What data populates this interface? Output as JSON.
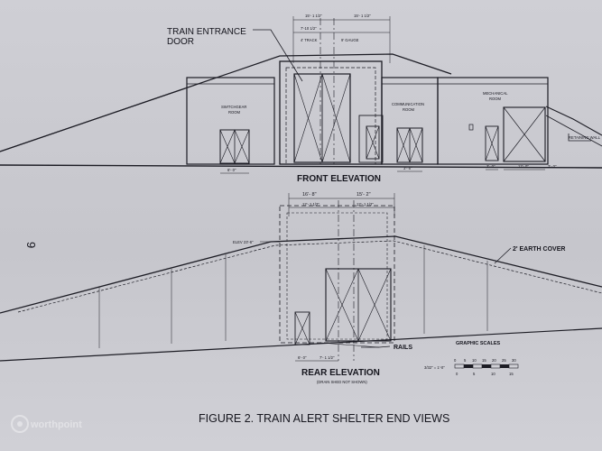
{
  "page_number": "9",
  "watermark": "worthpoint",
  "caption": "FIGURE 2.  TRAIN ALERT SHELTER END VIEWS",
  "front_elevation": {
    "title": "FRONT ELEVATION",
    "callout": "TRAIN ENTRANCE\nDOOR",
    "callout_line1": "TRAIN ENTRANCE",
    "callout_line2": "DOOR",
    "rooms": {
      "switchgear": "SWITCHGEAR\nROOM",
      "switchgear_l1": "SWITCHGEAR",
      "switchgear_l2": "ROOM",
      "communication_l1": "COMMUNICATION",
      "communication_l2": "ROOM",
      "mechanical_l1": "MECHANICAL",
      "mechanical_l2": "ROOM"
    },
    "retaining_wall": "RETAINING WALL",
    "dims_top": [
      "15'- 1 1/2\"",
      "15'- 1 1/2\""
    ],
    "dims_mid": [
      "7'-10 1/2\"",
      "4' TRACK",
      "9' GAUGE"
    ],
    "dims_bottom": [
      "6'- 0\"",
      "3'- 6\"",
      "3'- 0\"",
      "12'- 0\"",
      "3'- 0\""
    ]
  },
  "rear_elevation": {
    "title": "REAR ELEVATION",
    "subtitle": "(DRAIN SHED NOT SHOWN)",
    "earth_cover": "2' EARTH COVER",
    "rails": "RAILS",
    "elev": "ELEV 23'-6\"",
    "dims_top": [
      "16'- 8\"",
      "15'- 2\""
    ],
    "dims_mid": [
      "12'- 1 1/2\"",
      "12'- 1 1/2\""
    ],
    "dims_bottom": [
      "6'- 0\"",
      "7'- 1 1/2\""
    ]
  },
  "graphic_scales": {
    "title": "GRAPHIC SCALES",
    "ticks": [
      "0",
      "5",
      "10",
      "15",
      "20",
      "25",
      "30"
    ],
    "ticks_lower": [
      "0",
      "5",
      "10",
      "15"
    ],
    "ratio": "3/32\" = 1'-0\""
  }
}
